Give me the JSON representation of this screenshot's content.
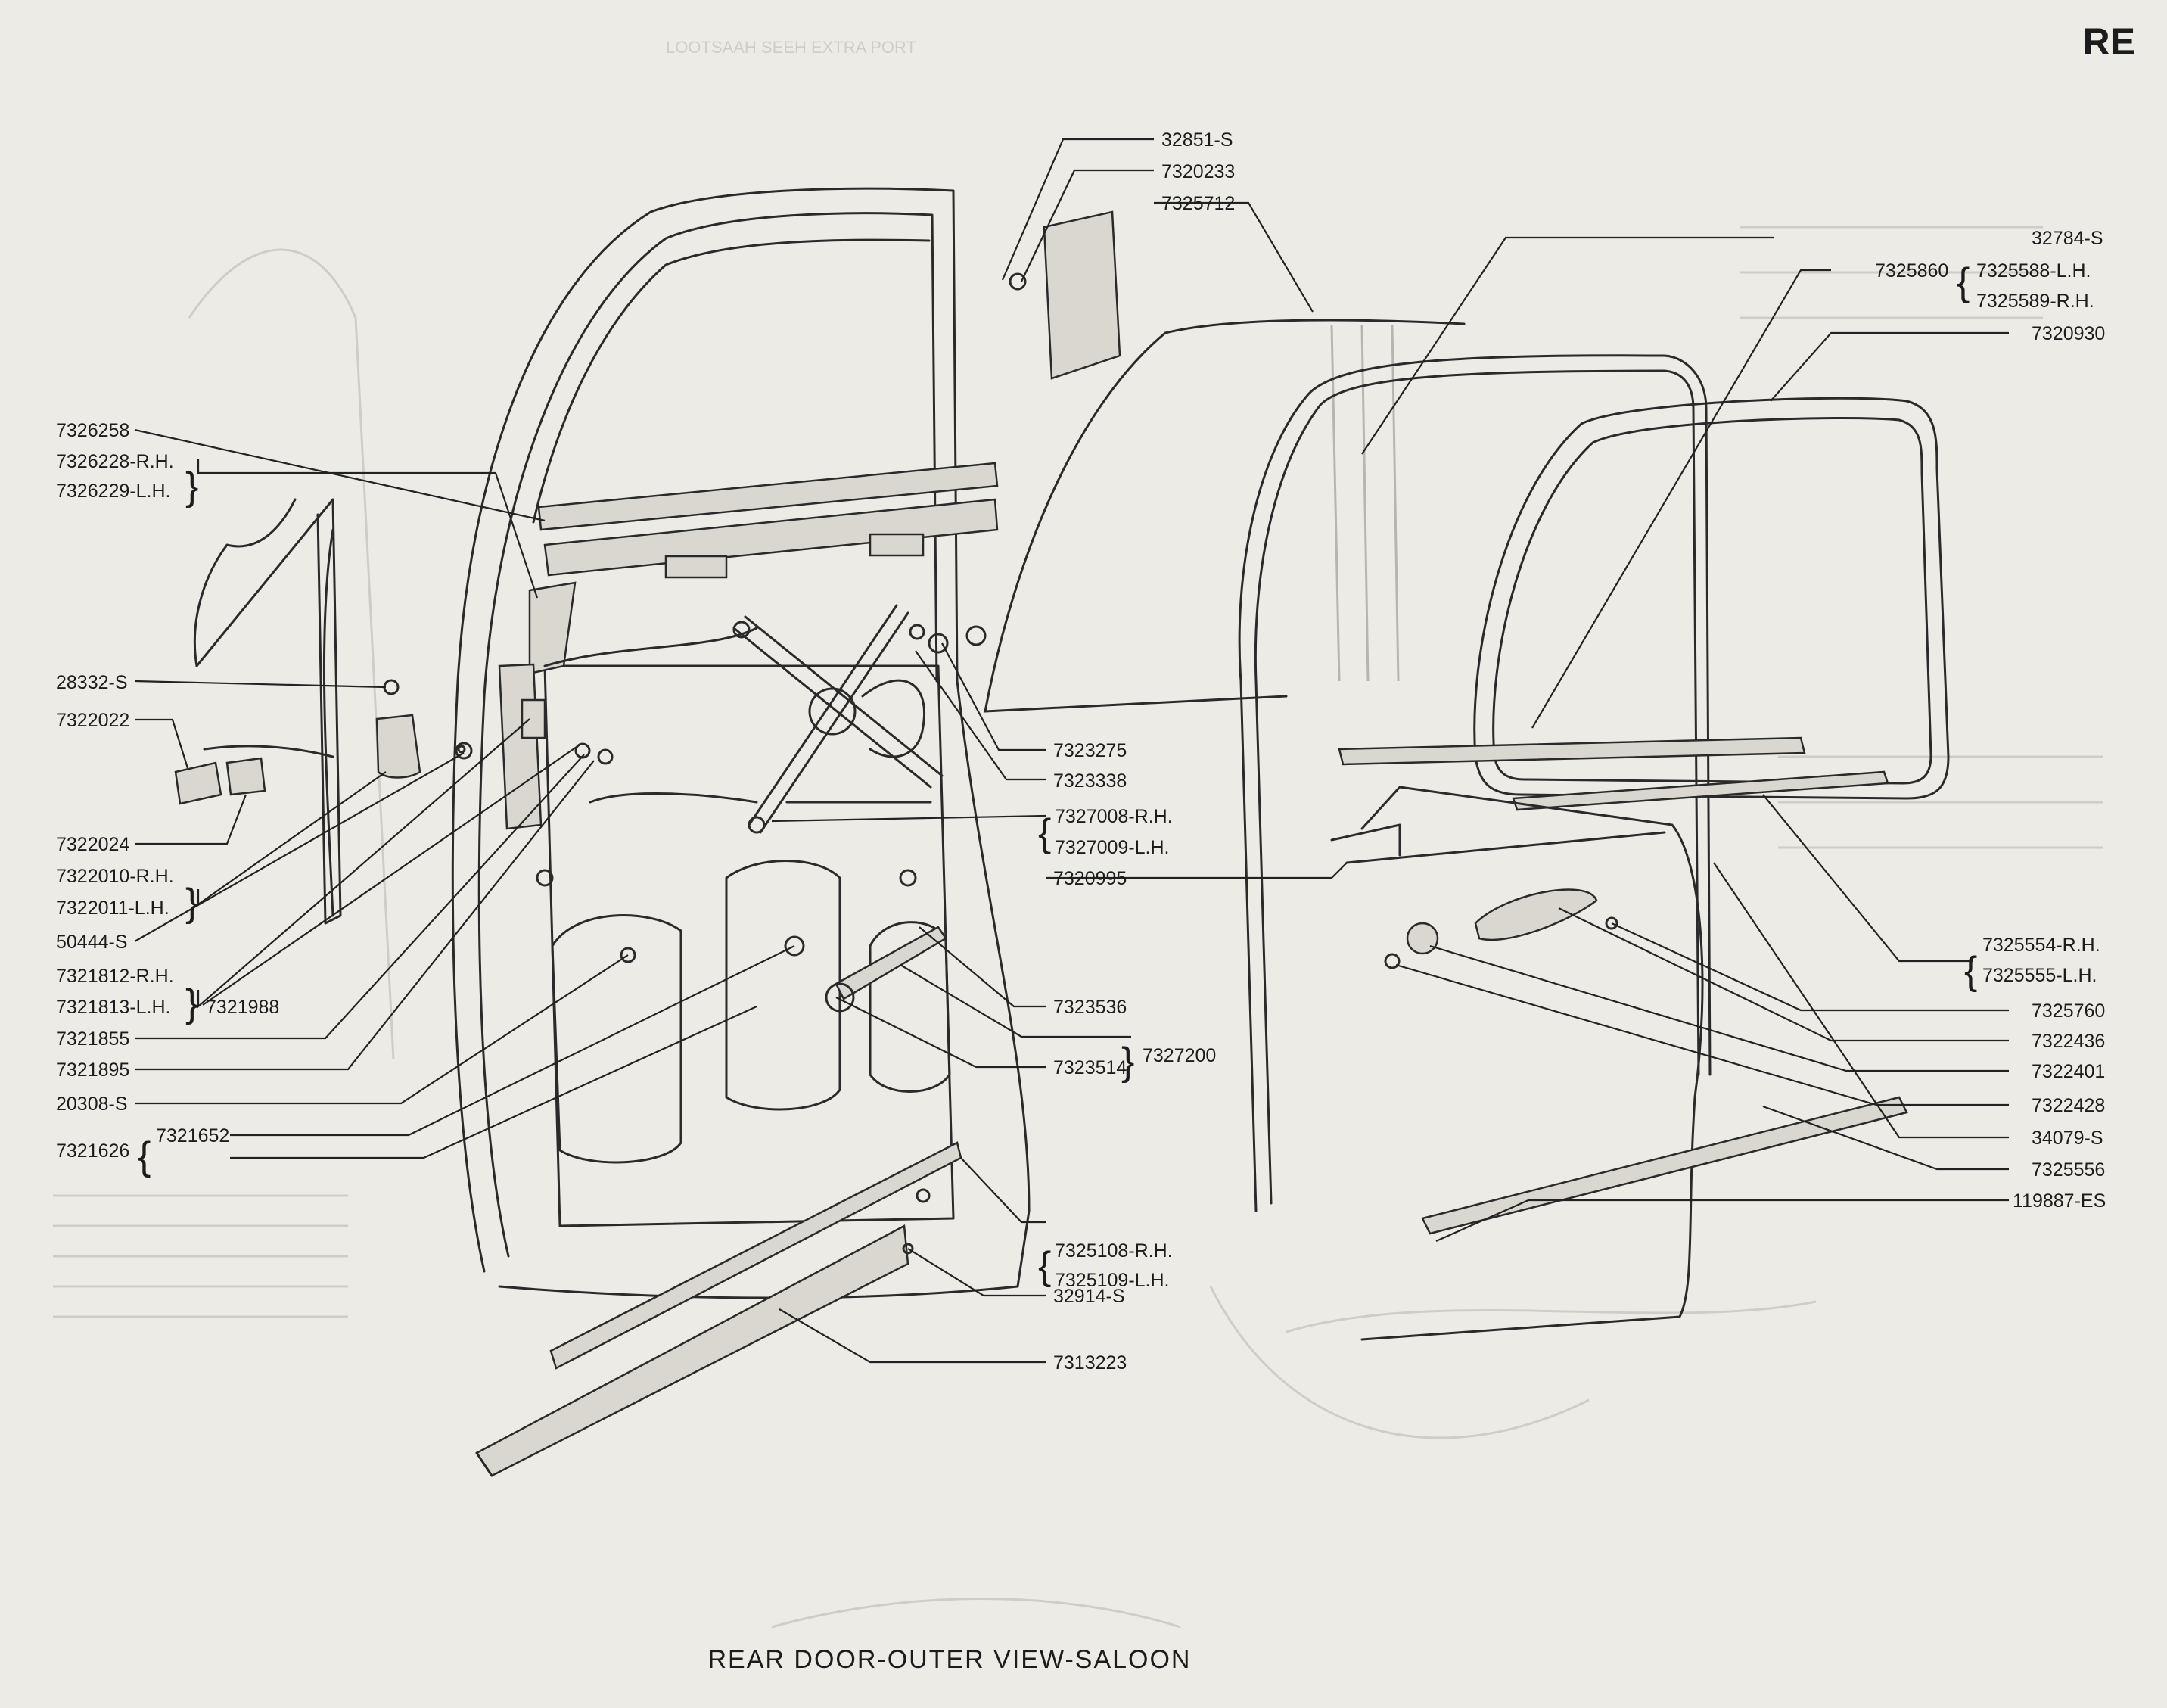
{
  "page": {
    "section_code": "RE",
    "caption": "REAR DOOR-OUTER VIEW-SALOON"
  },
  "colors": {
    "paper": "#ecebe6",
    "ink": "#1c1c1c",
    "show_through": "#cfcdc6"
  },
  "callouts": {
    "c32851s": "32851-S",
    "c7320233": "7320233",
    "c7325712": "7325712",
    "c32784s": "32784-S",
    "c7325860": "7325860",
    "c7325588lh": "7325588-L.H.",
    "c7325589rh": "7325589-R.H.",
    "c7320930": "7320930",
    "c7326258": "7326258",
    "c7326228rh": "7326228-R.H.",
    "c7326229lh": "7326229-L.H.",
    "c28332s": "28332-S",
    "c7322022": "7322022",
    "c7322024": "7322024",
    "c7322010rh": "7322010-R.H.",
    "c7322011lh": "7322011-L.H.",
    "c50444s": "50444-S",
    "c7321812rh": "7321812-R.H.",
    "c7321813lh": "7321813-L.H.",
    "c7321988": "7321988",
    "c7321855": "7321855",
    "c7321895": "7321895",
    "c20308s": "20308-S",
    "c7321626": "7321626",
    "c7321652": "7321652",
    "c7323275": "7323275",
    "c7323338": "7323338",
    "c7327008rh": "7327008-R.H.",
    "c7327009lh": "7327009-L.H.",
    "c7320995": "7320995",
    "c7323536": "7323536",
    "c7327200": "7327200",
    "c7323514": "7323514",
    "c7325108rh": "7325108-R.H.",
    "c7325109lh": "7325109-L.H.",
    "c32914s": "32914-S",
    "c7313223": "7313223",
    "c7325554rh": "7325554-R.H.",
    "c7325555lh": "7325555-L.H.",
    "c7325760": "7325760",
    "c7322436": "7322436",
    "c7322401": "7322401",
    "c7322428": "7322428",
    "c34079s": "34079-S",
    "c7325556": "7325556",
    "c119887es": "119887-ES"
  }
}
